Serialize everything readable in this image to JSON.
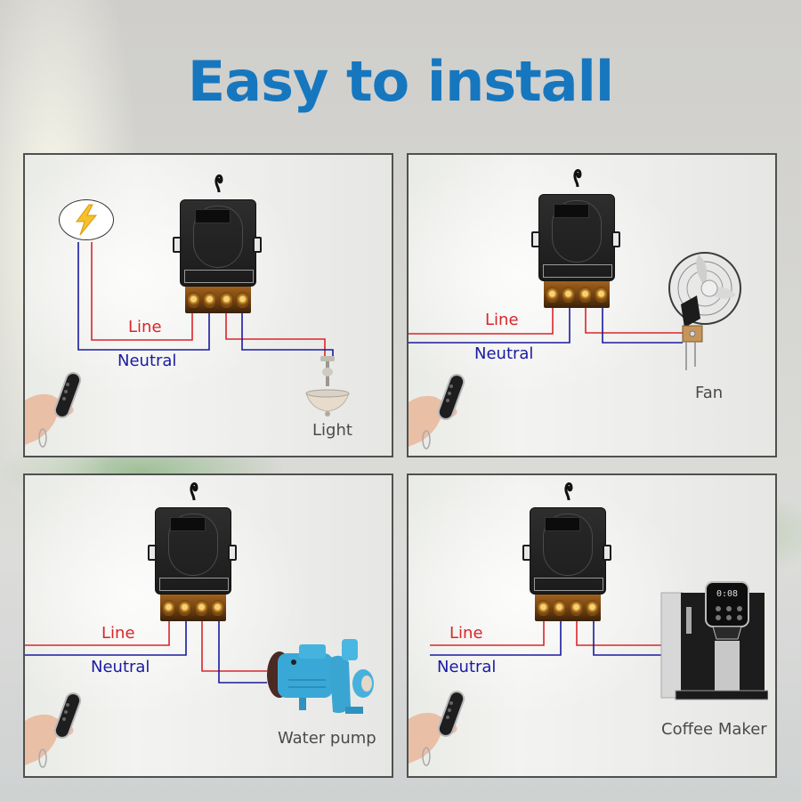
{
  "title": "Easy to install",
  "colors": {
    "title": "#1677bf",
    "line_wire": "#d9262b",
    "neutral_wire": "#1a1aa0",
    "device_label": "#4a4a4a",
    "panel_border": "#505050"
  },
  "panels": [
    {
      "id": "light",
      "line_label": "Line",
      "neutral_label": "Neutral",
      "device_label": "Light",
      "source": "power-source-bolt-icon"
    },
    {
      "id": "fan",
      "line_label": "Line",
      "neutral_label": "Neutral",
      "device_label": "Fan"
    },
    {
      "id": "water-pump",
      "line_label": "Line",
      "neutral_label": "Neutral",
      "device_label": "Water pump"
    },
    {
      "id": "coffee-maker",
      "line_label": "Line",
      "neutral_label": "Neutral",
      "device_label": "Coffee Maker"
    }
  ],
  "coffee_maker_display": "0:08",
  "icons": [
    "relay-module-icon",
    "remote-control-icon",
    "power-source-bolt-icon",
    "ceiling-light-icon",
    "wall-fan-icon",
    "water-pump-icon",
    "coffee-maker-icon"
  ]
}
